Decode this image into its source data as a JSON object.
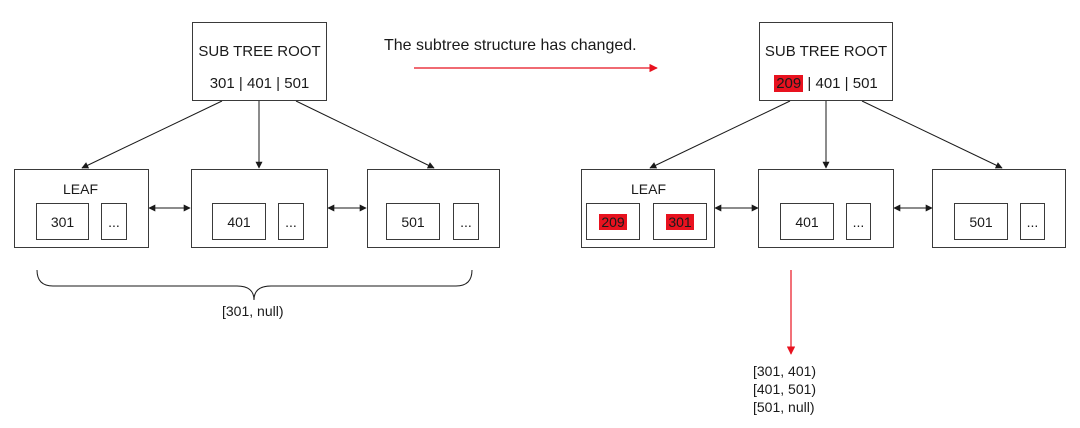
{
  "caption": "The subtree structure has changed.",
  "left": {
    "root_title": "SUB TREE ROOT",
    "root_keys": "301 | 401 | 501",
    "leaf_label": "LEAF",
    "keys": [
      "301",
      "401",
      "501"
    ],
    "ellipsis": "...",
    "range": "[301, null)"
  },
  "right": {
    "root_title": "SUB TREE ROOT",
    "root_key_highlight": "209",
    "root_keys_rest": " | 401 | 501",
    "leaf_label": "LEAF",
    "leaf1_keys": [
      "209",
      "301"
    ],
    "keys": [
      "401",
      "501"
    ],
    "ellipsis": "...",
    "ranges": [
      "[301, 401)",
      "[401, 501)",
      "[501, null)"
    ]
  },
  "colors": {
    "highlight": "#e8121f",
    "arrow_red": "#e8121f",
    "stroke": "#3a3a3a"
  }
}
